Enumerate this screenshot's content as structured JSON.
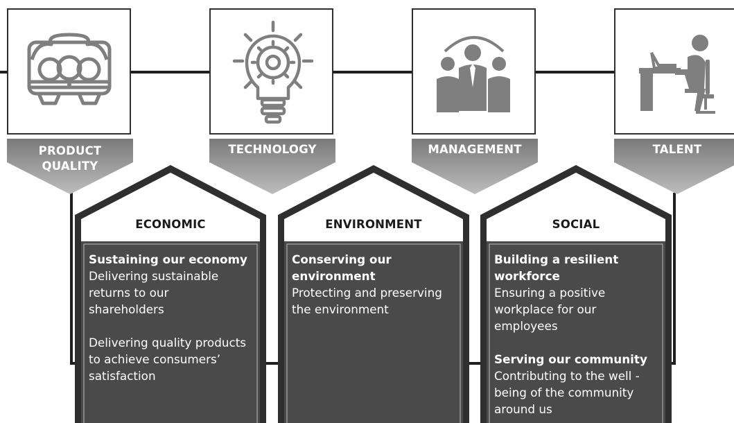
{
  "colors": {
    "ribbon_top": "#808080",
    "ribbon_bottom": "#b5b5b5",
    "panel": "#4a4a4a",
    "outline": "#2f2f2f",
    "icon_gray": "#7f7f7f",
    "text_on_dark": "#ffffff"
  },
  "categories": [
    {
      "label": "PRODUCT\nQUALITY",
      "icon": "egg-tray-icon"
    },
    {
      "label": "TECHNOLOGY",
      "icon": "gear-lightbulb-icon"
    },
    {
      "label": "MANAGEMENT",
      "icon": "team-leader-icon"
    },
    {
      "label": "TALENT",
      "icon": "person-at-desk-icon"
    }
  ],
  "pillars": [
    {
      "title": "ECONOMIC",
      "items": [
        {
          "heading": "Sustaining our economy",
          "lines": [
            "Delivering sustainable",
            "returns to our",
            "shareholders"
          ]
        },
        {
          "heading": "",
          "lines": [
            "Delivering quality  products",
            "to achieve consumers’",
            "satisfaction"
          ]
        }
      ]
    },
    {
      "title": "ENVIRONMENT",
      "items": [
        {
          "heading": "Conserving our\nenvironment",
          "lines": [
            "Protecting and  preserving",
            "the environment"
          ]
        }
      ]
    },
    {
      "title": "SOCIAL",
      "items": [
        {
          "heading": "Building a resilient\nworkforce",
          "lines": [
            "Ensuring a positive",
            "workplace for our",
            "employees"
          ]
        },
        {
          "heading": "Serving our community",
          "lines": [
            "Contributing to the well -",
            "being of the community",
            "around us"
          ]
        }
      ]
    }
  ]
}
